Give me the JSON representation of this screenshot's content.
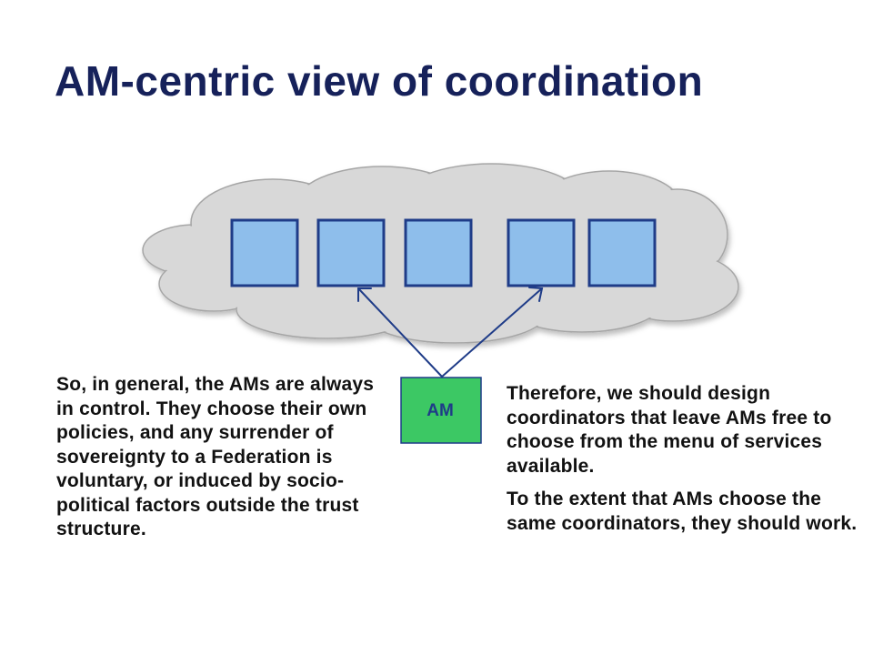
{
  "slide": {
    "title": "AM-centric view of coordination"
  },
  "diagram": {
    "am_label": "AM",
    "colors": {
      "cloud_fill": "#d8d8d8",
      "cloud_stroke": "#a6a6a6",
      "service_box_fill": "#8ebeeb",
      "service_box_stroke": "#1f3c88",
      "am_box_fill": "#3cc864",
      "am_box_stroke": "#1f3c88",
      "arrow": "#1f3c88"
    }
  },
  "left_text": "So, in general, the AMs are always in control.  They choose their own policies, and any surrender of sovereignty to a Federation is voluntary, or induced by socio-political factors outside the trust structure.",
  "right_text": {
    "paragraph1": "Therefore, we should design coordinators that leave AMs free to choose from the menu of services available.",
    "paragraph2": "To the extent that AMs choose the same coordinators, they should work."
  }
}
